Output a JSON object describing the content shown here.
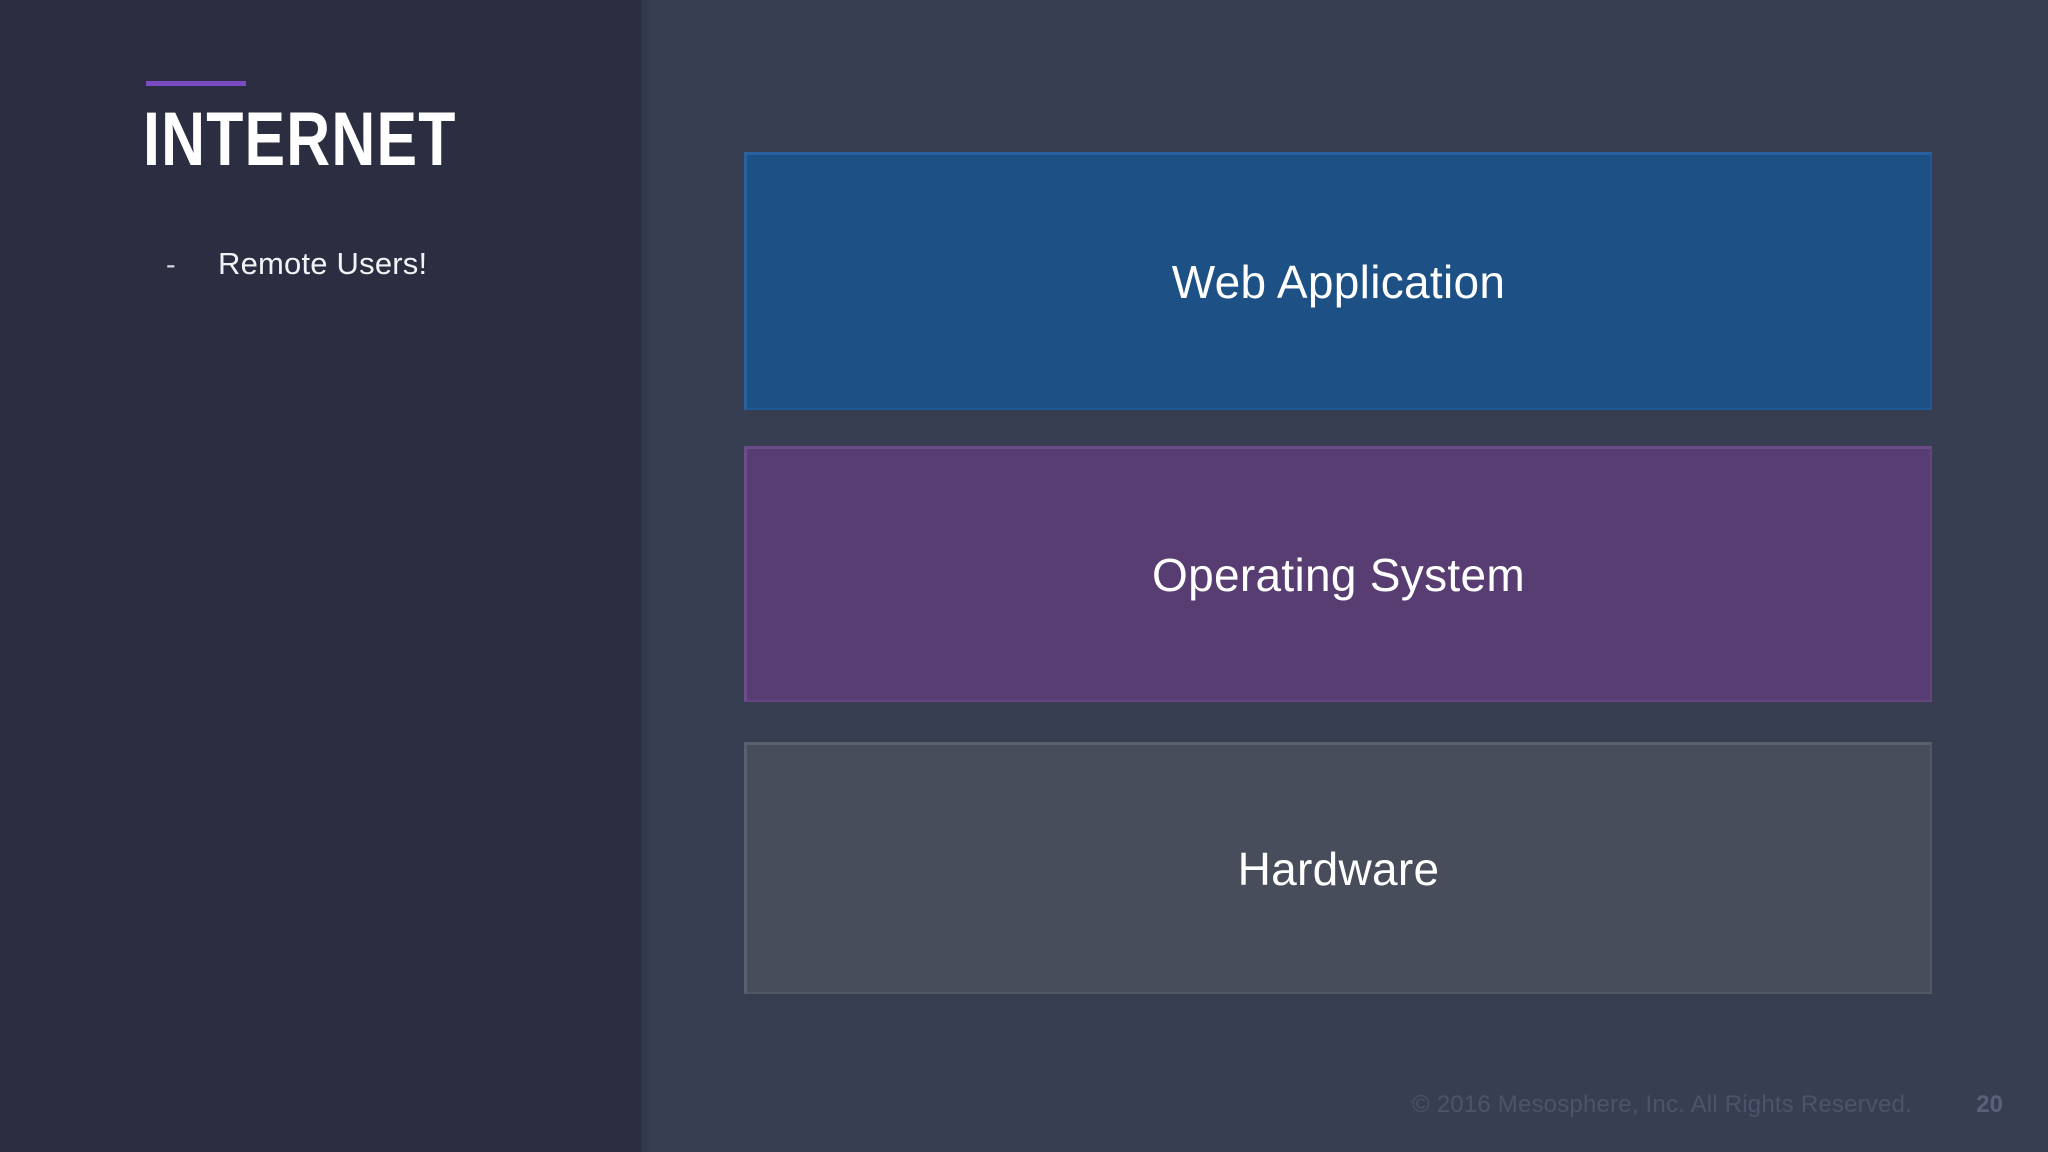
{
  "slide": {
    "title": "INTERNET",
    "accent_color": "#7b4bc4",
    "sidebar_bg": "#2b2e40",
    "main_bg": "#383e52"
  },
  "bullets": [
    {
      "marker": "-",
      "text": "Remote Users!"
    }
  ],
  "stack": {
    "layers": [
      {
        "label": "Web Application",
        "color": "#1d5084"
      },
      {
        "label": "Operating System",
        "color": "#573d71"
      },
      {
        "label": "Hardware",
        "color": "#474d5a"
      }
    ]
  },
  "footer": {
    "copyright": "© 2016 Mesosphere, Inc. All Rights Reserved.",
    "page_number": "20"
  }
}
